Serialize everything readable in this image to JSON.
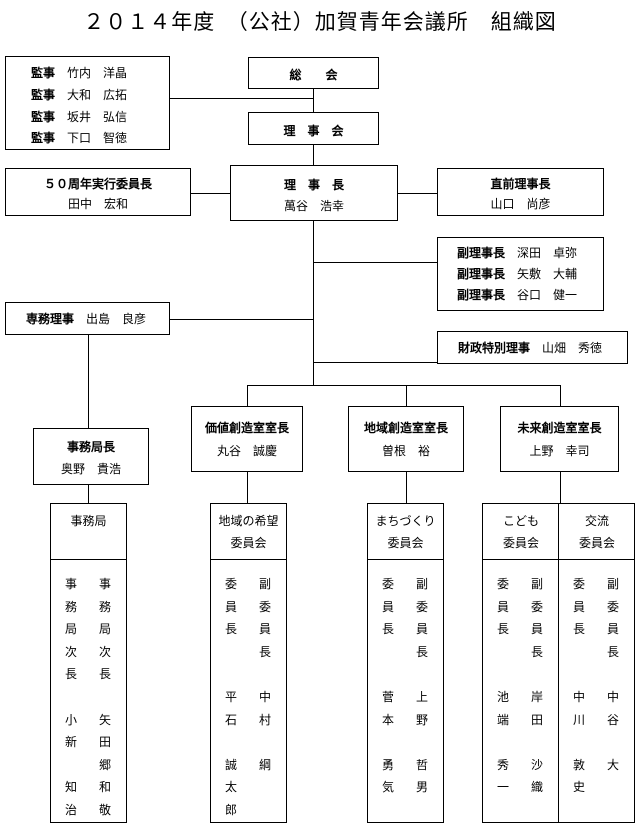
{
  "title": "２０１４年度　（公社）加賀青年会議所　組織図",
  "auditors": [
    {
      "role": "監事",
      "name": "竹内　洋晶"
    },
    {
      "role": "監事",
      "name": "大和　広拓"
    },
    {
      "role": "監事",
      "name": "坂井　弘信"
    },
    {
      "role": "監事",
      "name": "下口　智徳"
    }
  ],
  "general_assembly": "総　　会",
  "board": "理　事　会",
  "anniversary": {
    "title": "５０周年実行委員長",
    "name": "田中　宏和"
  },
  "president": {
    "title": "理　事　長",
    "name": "萬谷　浩幸"
  },
  "past_president": {
    "title": "直前理事長",
    "name": "山口　尚彦"
  },
  "vice_presidents": [
    {
      "role": "副理事長",
      "name": "深田　卓弥"
    },
    {
      "role": "副理事長",
      "name": "矢敷　大輔"
    },
    {
      "role": "副理事長",
      "name": "谷口　健一"
    }
  ],
  "managing_director": {
    "role": "専務理事",
    "name": "出島　良彦"
  },
  "finance_director": {
    "role": "財政特別理事",
    "name": "山畑　秀徳"
  },
  "secretariat_head": {
    "title": "事務局長",
    "name": "奥野　貴浩"
  },
  "office_heads": [
    {
      "title": "価値創造室室長",
      "name": "丸谷　誠慶"
    },
    {
      "title": "地域創造室室長",
      "name": "曽根　裕"
    },
    {
      "title": "未来創造室室長",
      "name": "上野　幸司"
    }
  ],
  "units": {
    "jimukyoku": {
      "name": "事務局",
      "columns": [
        [
          "事",
          "務",
          "局",
          "次",
          "長",
          "",
          "小",
          "新",
          "",
          "知",
          "治"
        ],
        [
          "事",
          "務",
          "局",
          "次",
          "長",
          "",
          "矢",
          "田",
          "郷",
          "和",
          "敬"
        ]
      ]
    },
    "chiiki_kibou": {
      "name_line1": "地域の希望",
      "name_line2": "委員会",
      "columns": [
        [
          "委",
          "員",
          "長",
          "",
          "",
          "平",
          "石",
          "",
          "誠",
          "太",
          "郎"
        ],
        [
          "副",
          "委",
          "員",
          "長",
          "",
          "中",
          "村",
          "",
          "綱",
          "",
          ""
        ]
      ]
    },
    "machizukuri": {
      "name_line1": "まちづくり",
      "name_line2": "委員会",
      "columns": [
        [
          "委",
          "員",
          "長",
          "",
          "",
          "菅",
          "本",
          "",
          "勇",
          "気"
        ],
        [
          "副",
          "委",
          "員",
          "長",
          "",
          "上",
          "野",
          "",
          "哲",
          "男"
        ]
      ]
    },
    "kodomo": {
      "name_line1": "こども",
      "name_line2": "委員会",
      "columns": [
        [
          "委",
          "員",
          "長",
          "",
          "",
          "池",
          "端",
          "",
          "秀",
          "一"
        ],
        [
          "副",
          "委",
          "員",
          "長",
          "",
          "岸",
          "田",
          "",
          "沙",
          "織"
        ]
      ]
    },
    "kouryu": {
      "name_line1": "交流",
      "name_line2": "委員会",
      "columns": [
        [
          "委",
          "員",
          "長",
          "",
          "",
          "中",
          "川",
          "",
          "敦",
          "史"
        ],
        [
          "副",
          "委",
          "員",
          "長",
          "",
          "中",
          "谷",
          "",
          "大",
          ""
        ]
      ]
    }
  }
}
